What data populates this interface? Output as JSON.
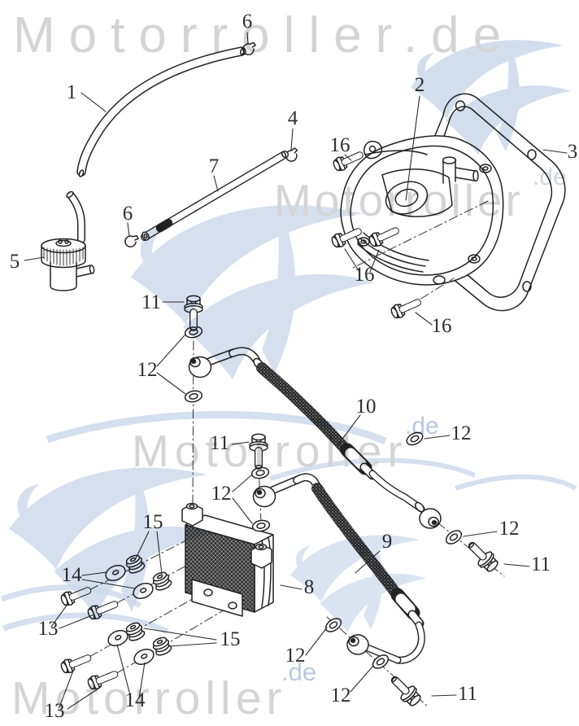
{
  "page": {
    "background": "#ffffff",
    "type": "exploded-parts-diagram"
  },
  "watermarks": {
    "top": "Motorroller.de",
    "middle": "Motorroller",
    "middle_de": ".de",
    "lower": "Motorroller",
    "lower_de": ".de",
    "bottom": "Motorroller",
    "bottom_de": ".de",
    "text_color": "#d4d4d4",
    "accent_color": "#b9c9e2",
    "logo_color": "#cbd8ea"
  },
  "diagram": {
    "line_color": "#222222",
    "callouts": [
      "6",
      "1",
      "2",
      "3",
      "4",
      "16",
      "7",
      "6",
      "5",
      "16",
      "11",
      "16",
      "12",
      "10",
      "12",
      "11",
      "12",
      "15",
      "12",
      "9",
      "11",
      "14",
      "8",
      "13",
      "15",
      "12",
      "12",
      "11",
      "14",
      "13"
    ]
  }
}
